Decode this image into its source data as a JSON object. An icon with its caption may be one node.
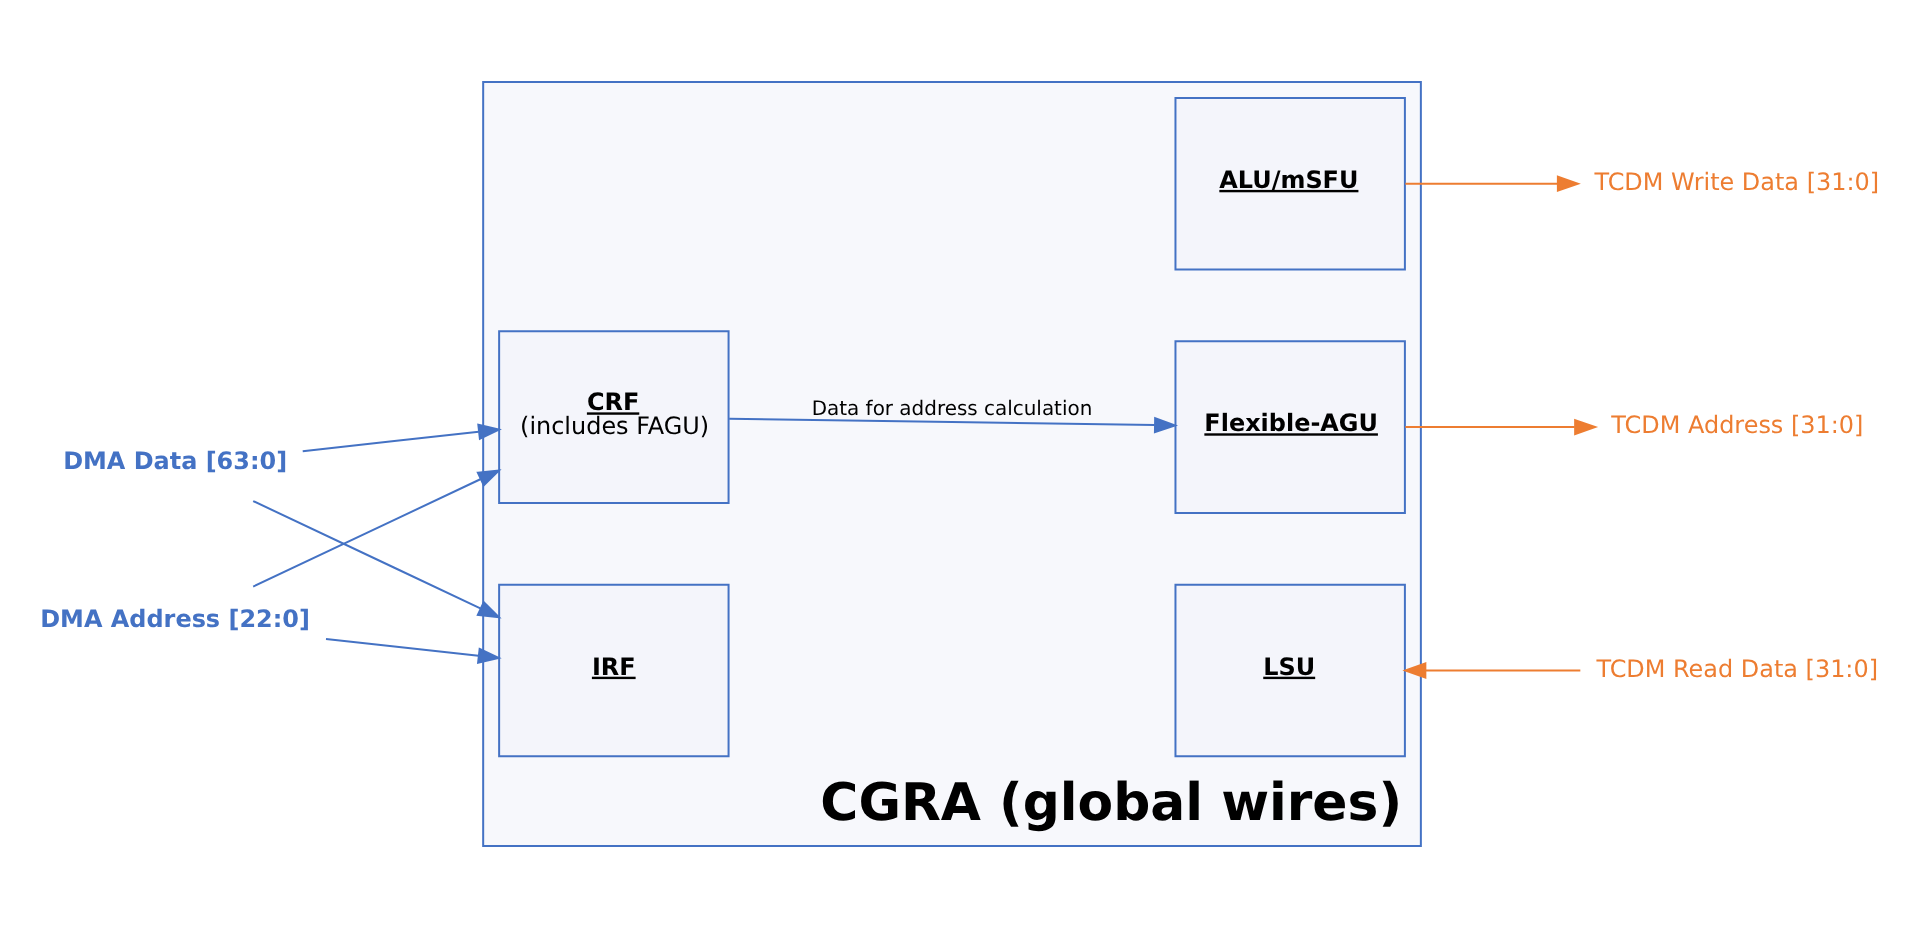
{
  "diagram": {
    "nodes": [
      {
        "text": [
          "CGRA (global wires)"
        ]
      },
      {
        "text": [
          "DMA Data [63:0]"
        ]
      },
      {
        "text": [
          "DMA Address [22:0]"
        ]
      },
      {
        "text": [
          "ALU/mSFU"
        ],
        "in": 0
      },
      {
        "text": [
          "CRF",
          "(includes FAGU)"
        ],
        "in": 0
      },
      {
        "text": [
          "Flexible-AGU"
        ],
        "in": 0
      },
      {
        "text": [
          "IRF"
        ],
        "in": 0
      },
      {
        "text": [
          "LSU"
        ],
        "in": 0
      },
      {
        "text": [
          "TCDM Write Data [31:0]"
        ]
      },
      {
        "text": [
          "TCDM Address [31:0]"
        ]
      },
      {
        "text": [
          "TCDM Read Data [31:0]"
        ]
      }
    ],
    "edges": [
      {
        "from": 1,
        "to": 4,
        "arrow": "to"
      },
      {
        "from": 1,
        "to": 6,
        "arrow": "to"
      },
      {
        "from": 2,
        "to": 4,
        "arrow": "to"
      },
      {
        "from": 2,
        "to": 6,
        "arrow": "to"
      },
      {
        "from": 4,
        "to": 5,
        "arrow": "to",
        "label": "Data for address calculation"
      },
      {
        "from": 3,
        "to": 8,
        "arrow": "to",
        "color": "#ed7d31"
      },
      {
        "from": 5,
        "to": 9,
        "arrow": "to",
        "color": "#ed7d31"
      },
      {
        "from": 10,
        "to": 7,
        "arrow": "to",
        "color": "#ed7d31"
      }
    ]
  }
}
